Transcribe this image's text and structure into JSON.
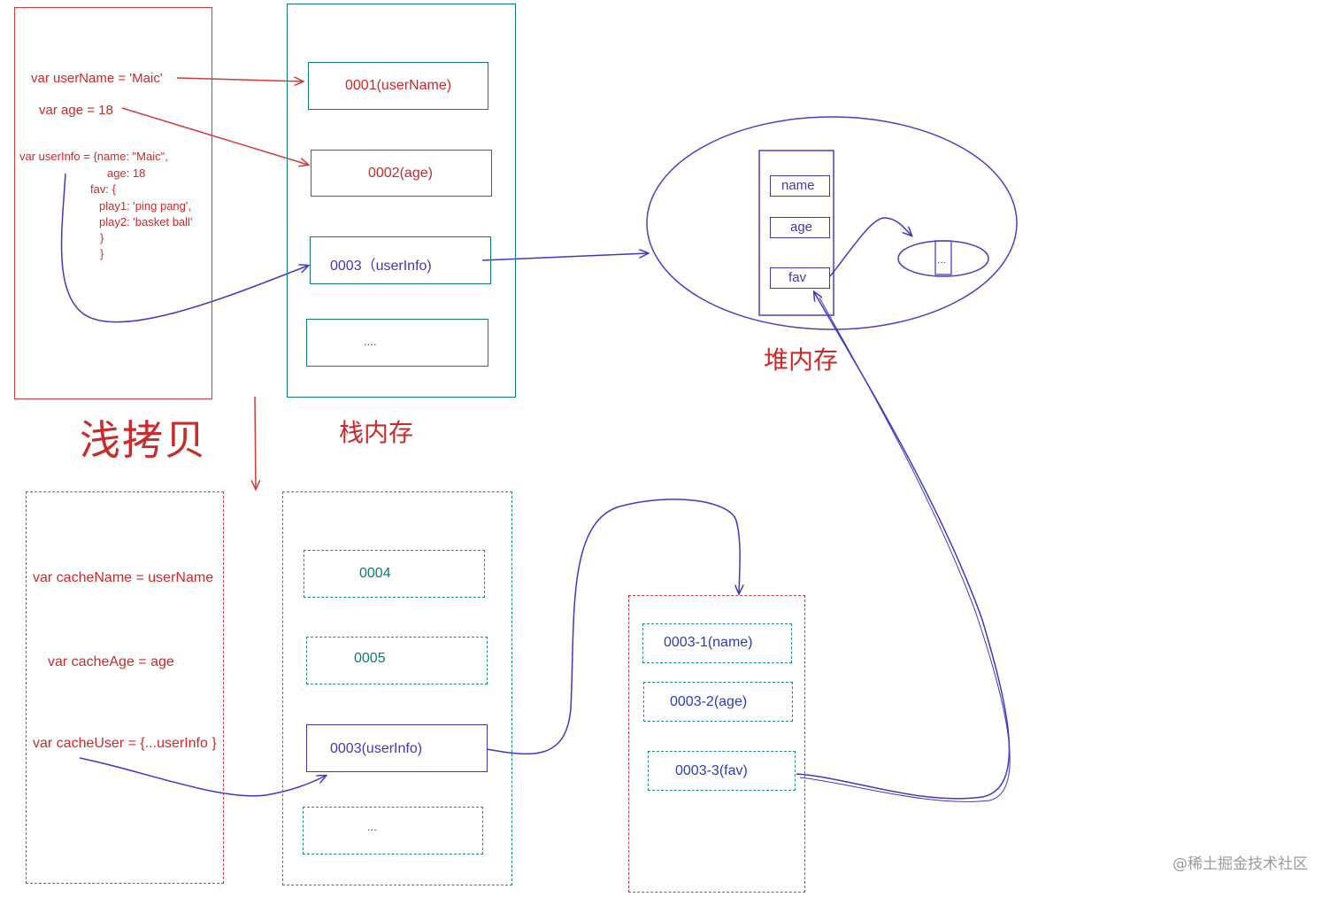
{
  "title_shallow_copy": "浅拷贝",
  "label_stack": "栈内存",
  "label_heap": "堆内存",
  "top_code": {
    "line1": "var userName = 'Maic'",
    "line2": "var age = 18",
    "line3": "var userInfo = {name: \"Maic\",",
    "line4": "age: 18",
    "line5": "fav: {",
    "line6": "play1: 'ping pang',",
    "line7": "play2: 'basket ball'",
    "line8": "}",
    "line9": "}"
  },
  "stack_cells": {
    "c1": "0001(userName)",
    "c2": "0002(age)",
    "c3": "0003（userInfo)",
    "c4": "...."
  },
  "heap_fields": {
    "f1": "name",
    "f2": "age",
    "f3": "fav",
    "nested": "..."
  },
  "bottom_code": {
    "line1": "var cacheName = userName",
    "line2": "var cacheAge = age",
    "line3": "var cacheUser = {...userInfo }"
  },
  "bottom_stack_cells": {
    "c1": "0004",
    "c2": "0005",
    "c3": "0003(userInfo)",
    "c4": "..."
  },
  "copy_cells": {
    "c1": "0003-1(name)",
    "c2": "0003-2(age)",
    "c3": "0003-3(fav)"
  },
  "watermark": "@稀土掘金技术社区"
}
